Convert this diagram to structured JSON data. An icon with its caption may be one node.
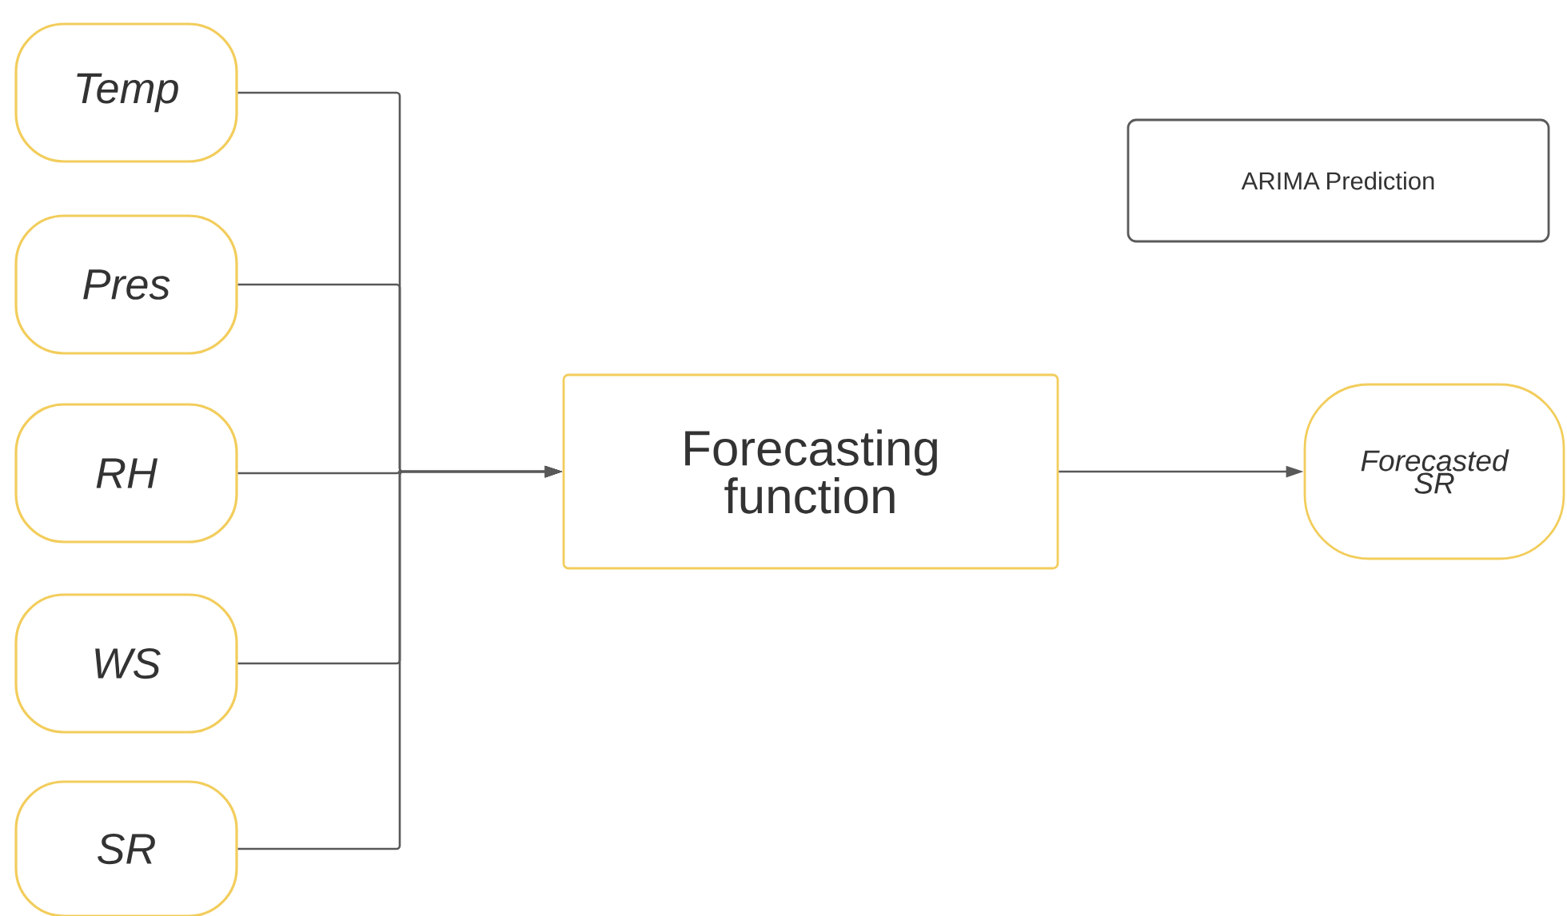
{
  "diagram": {
    "nodes": [
      {
        "text": [
          "Temp"
        ]
      },
      {
        "text": [
          "Pres"
        ]
      },
      {
        "text": [
          "RH"
        ]
      },
      {
        "text": [
          "WS"
        ]
      },
      {
        "text": [
          "SR"
        ]
      },
      {
        "text": [
          "ARIMA Prediction"
        ]
      },
      {
        "text": [
          "Forecasting function"
        ]
      },
      {
        "text": [
          "Forecasted SR"
        ]
      }
    ],
    "edges": [
      {
        "from": 0,
        "to": 6,
        "arrow": "to"
      },
      {
        "from": 1,
        "to": 6,
        "arrow": "to"
      },
      {
        "from": 2,
        "to": 6,
        "arrow": "to"
      },
      {
        "from": 3,
        "to": 6,
        "arrow": "to"
      },
      {
        "from": 4,
        "to": 6,
        "arrow": "to"
      },
      {
        "from": 6,
        "to": 7,
        "arrow": "to"
      }
    ]
  }
}
